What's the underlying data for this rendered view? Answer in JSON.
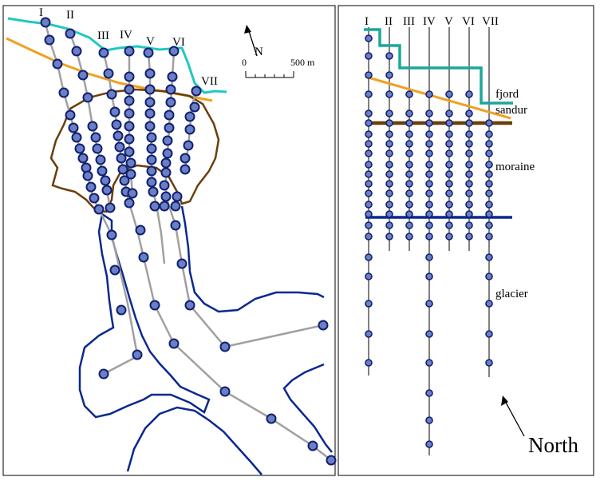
{
  "map_panel": {
    "profile_labels": [
      "I",
      "II",
      "III",
      "IV",
      "V",
      "VI",
      "VII"
    ],
    "north_label": "N",
    "scale": {
      "start_label": "0",
      "end_label": "500 m"
    }
  },
  "schematic_panel": {
    "profile_labels": [
      "I",
      "II",
      "III",
      "IV",
      "V",
      "VI",
      "VII"
    ],
    "zones": {
      "fjord": "fjord",
      "sandur": "sandur",
      "moraine": "moraine",
      "glacier": "glacier"
    },
    "north_label": "North"
  },
  "colors": {
    "coast": "#22c8c0",
    "fjord_boundary": "#1aa89a",
    "sandur_line": "#f0a020",
    "moraine": "#6b3e0a",
    "glacier": "#0a2890",
    "profile_line": "#a0a0a0",
    "station_fill": "#6b7fc4",
    "station_stroke": "#101f70"
  }
}
